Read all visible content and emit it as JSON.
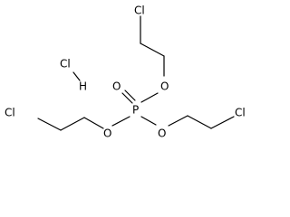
{
  "molecule": {
    "atoms": {
      "cl_top": "Cl",
      "o_upper": "O",
      "o_phosphoryl": "O",
      "p": "P",
      "o_left": "O",
      "o_right": "O",
      "cl_left": "Cl",
      "cl_right": "Cl"
    },
    "hcl": {
      "cl": "Cl",
      "h": "H"
    }
  },
  "colors": {
    "bond": "#000000",
    "text": "#000000",
    "background": "#ffffff"
  }
}
